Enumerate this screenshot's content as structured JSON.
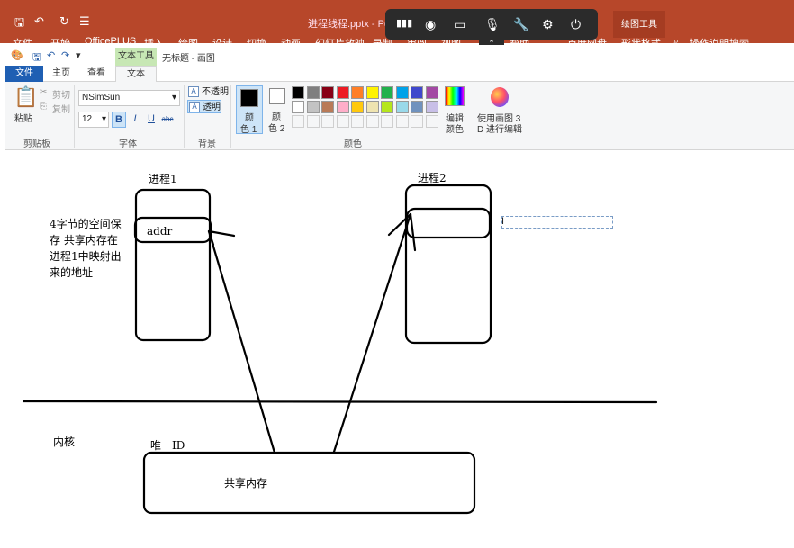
{
  "ppt": {
    "title": "进程线程.pptx  -  PowerPoint",
    "context_tab": "绘图工具",
    "menu": [
      "文件",
      "开始",
      "OfficePLUS",
      "插入",
      "绘图",
      "设计",
      "切换",
      "动画",
      "幻灯片放映",
      "录制",
      "审阅",
      "视图",
      "帮助",
      "百度网盘",
      "形状格式"
    ],
    "search_placeholder": "操作说明搜索"
  },
  "paint": {
    "window_title": "无标题 - 画图",
    "context_tab": "文本工具",
    "tabs": [
      "文件",
      "主页",
      "查看",
      "文本"
    ],
    "clipboard": {
      "paste": "粘贴",
      "cut": "剪切",
      "copy": "复制",
      "group": "剪贴板"
    },
    "font": {
      "name": "NSimSun",
      "size": "12",
      "bold": "B",
      "italic": "I",
      "underline": "U",
      "strike": "abc",
      "group": "字体"
    },
    "background": {
      "opaque": "不透明",
      "transparent": "透明",
      "group": "背景"
    },
    "colors": {
      "color1_line1": "颜",
      "color1_line2": "色 1",
      "color2_line1": "颜",
      "color2_line2": "色 2",
      "edit_line1": "编辑",
      "edit_line2": "颜色",
      "paint3d_line1": "使用画图 3",
      "paint3d_line2": "D 进行编辑",
      "group": "颜色",
      "palette_row1": [
        "#000000",
        "#7f7f7f",
        "#880015",
        "#ed1c24",
        "#ff7f27",
        "#fff200",
        "#22b14c",
        "#00a2e8",
        "#3f48cc",
        "#a349a4"
      ],
      "palette_row2": [
        "#ffffff",
        "#c3c3c3",
        "#b97a57",
        "#ffaec9",
        "#ffc90e",
        "#efe4b0",
        "#b5e61d",
        "#99d9ea",
        "#7092be",
        "#c8bfe7"
      ]
    }
  },
  "canvas": {
    "process1": "进程1",
    "process2": "进程2",
    "addr": "addr",
    "annotation": [
      "4字节的空间保",
      "存  共享内存在",
      "进程1中映射出",
      "来的地址"
    ],
    "kernel": "内核",
    "unique_id": "唯一ID",
    "shared_memory": "共享内存",
    "text_cursor": "I"
  }
}
